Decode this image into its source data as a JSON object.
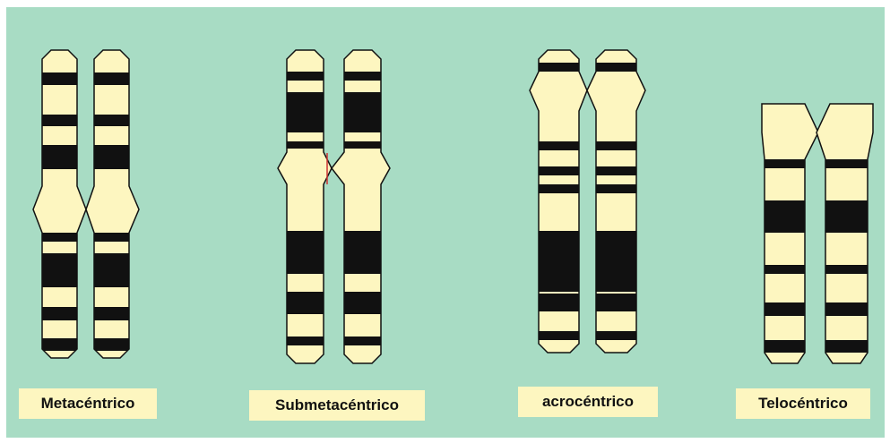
{
  "colors": {
    "background": "#a8dcc4",
    "chromosome_fill": "#fdf6c0",
    "band": "#111111",
    "outline": "#111111",
    "label_box": "#fdf6c0",
    "centromere_line": "#cc3333"
  },
  "chromosomes": [
    {
      "id": "metacentric",
      "label": "Metacéntrico"
    },
    {
      "id": "submetacentric",
      "label": "Submetacéntrico"
    },
    {
      "id": "acrocentric",
      "label": "acrocéntrico"
    },
    {
      "id": "telocentric",
      "label": "Telocéntrico"
    }
  ]
}
